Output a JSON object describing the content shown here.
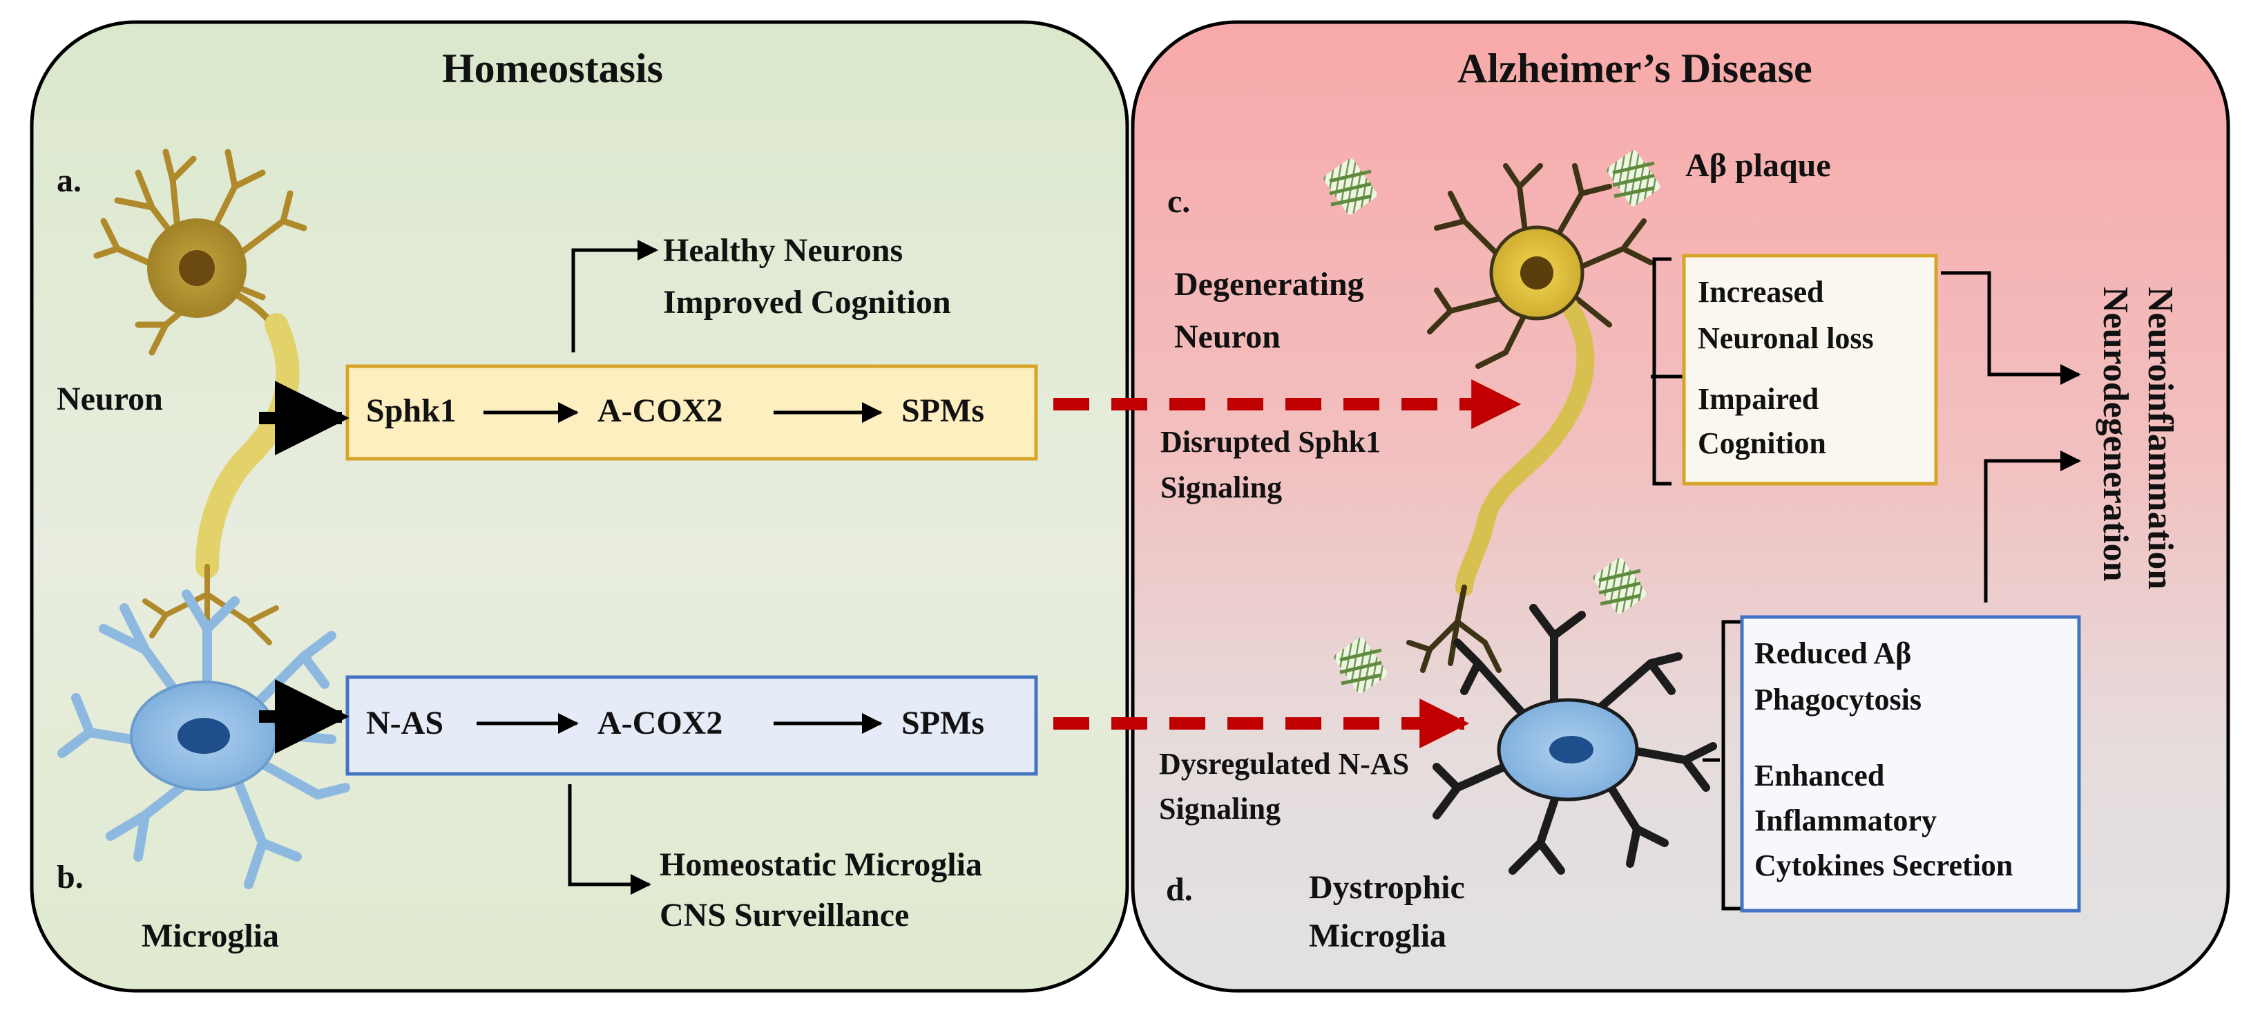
{
  "panels": {
    "homeostasis": {
      "title": "Homeostasis"
    },
    "alzheimers": {
      "title": "Alzheimer’s Disease"
    }
  },
  "panel_a": {
    "tag": "a.",
    "cell_label": "Neuron",
    "pathway": [
      "Sphk1",
      "A-COX2",
      "SPMs"
    ],
    "outcome": [
      "Healthy Neurons",
      "Improved Cognition"
    ]
  },
  "panel_b": {
    "tag": "b.",
    "cell_label": "Microglia",
    "pathway": [
      "N-AS",
      "A-COX2",
      "SPMs"
    ],
    "outcome": [
      "Homeostatic Microglia",
      "CNS Surveillance"
    ]
  },
  "panel_c": {
    "tag": "c.",
    "cell_label": [
      "Degenerating",
      "Neuron"
    ],
    "plaque_label": "Aβ plaque",
    "signal_label": [
      "Disrupted Sphk1",
      "Signaling"
    ],
    "effects": [
      "Increased",
      "Neuronal loss",
      "Impaired",
      "Cognition"
    ]
  },
  "panel_d": {
    "tag": "d.",
    "cell_label": [
      "Dystrophic",
      "Microglia"
    ],
    "signal_label": [
      "Dysregulated N-AS",
      "Signaling"
    ],
    "effects": [
      "Reduced Aβ",
      "Phagocytosis",
      "Enhanced",
      "Inflammatory",
      "Cytokines Secretion"
    ]
  },
  "outcome_vertical": [
    "Neuroinflammation",
    "Neurodegeneration"
  ],
  "colors": {
    "homeostasis_bg_top": "#dbe8cc",
    "homeostasis_bg_bottom": "#e2ecd5",
    "alzheimers_bg_top": "#f8a9a9",
    "alzheimers_bg_bottom": "#e4e4e4",
    "neuron_pathway_fill": "#fdefc0",
    "neuron_pathway_stroke": "#d7a428",
    "microglia_pathway_fill": "#e6ecf7",
    "microglia_pathway_stroke": "#4473c4",
    "disrupted_arrow": "#c00000",
    "healthy_neuron": "#b08a2a",
    "degenerating_neuron": "#3d3315",
    "healthy_microglia": "#8db8e0",
    "dystrophic_microglia": "#1c1c1c",
    "plaque": "#6f9a4c"
  },
  "icons": [
    "neuron-icon",
    "microglia-icon",
    "amyloid-plaque-icon",
    "arrow-icon",
    "dashed-arrow-icon",
    "bracket-icon"
  ]
}
